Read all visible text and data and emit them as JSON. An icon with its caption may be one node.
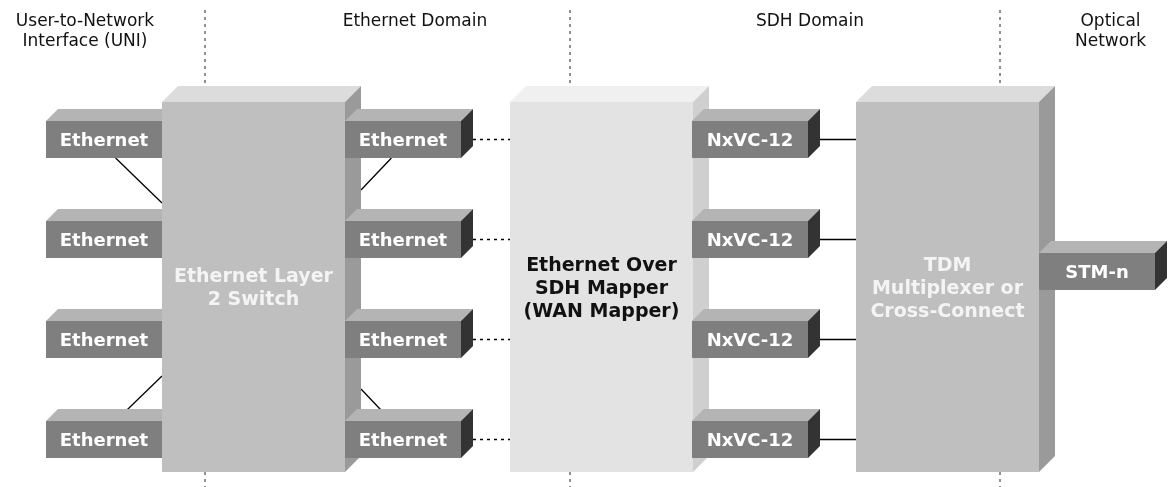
{
  "diagram": {
    "nodes": [
      {
        "text": [
          "Ethernet Layer 2 Switch"
        ]
      },
      {
        "text": [
          "Ethernet"
        ]
      },
      {
        "text": [
          "Ethernet"
        ]
      },
      {
        "text": [
          "Ethernet"
        ]
      },
      {
        "text": [
          "Ethernet"
        ]
      },
      {
        "text": [
          "Ethernet"
        ]
      },
      {
        "text": [
          "Ethernet"
        ]
      },
      {
        "text": [
          "Ethernet"
        ]
      },
      {
        "text": [
          "Ethernet"
        ]
      },
      {
        "text": [
          "Ethernet Over SDH Mapper (WAN Mapper)"
        ]
      },
      {
        "text": [
          "NxVC-12"
        ]
      },
      {
        "text": [
          "NxVC-12"
        ]
      },
      {
        "text": [
          "NxVC-12"
        ]
      },
      {
        "text": [
          "NxVC-12"
        ]
      },
      {
        "text": [
          "TDM Multiplexer or Cross-Connect"
        ]
      },
      {
        "text": [
          "STM-n"
        ]
      }
    ],
    "edges": [
      {
        "from": 1,
        "to": 0,
        "arrow": "none"
      },
      {
        "from": 4,
        "to": 0,
        "arrow": "none"
      },
      {
        "from": 5,
        "to": 0,
        "arrow": "none"
      },
      {
        "from": 8,
        "to": 0,
        "arrow": "none"
      },
      {
        "from": 5,
        "to": 9,
        "arrow": "none",
        "style": "dashed"
      },
      {
        "from": 6,
        "to": 9,
        "arrow": "none",
        "style": "dashed"
      },
      {
        "from": 7,
        "to": 9,
        "arrow": "none",
        "style": "dashed"
      },
      {
        "from": 8,
        "to": 9,
        "arrow": "none",
        "style": "dashed"
      },
      {
        "from": 10,
        "to": 14,
        "arrow": "none"
      },
      {
        "from": 11,
        "to": 14,
        "arrow": "none"
      },
      {
        "from": 12,
        "to": 14,
        "arrow": "none"
      },
      {
        "from": 13,
        "to": 14,
        "arrow": "none"
      }
    ],
    "labels": [
      "User-to-Network Interface (UNI)",
      "Ethernet Domain",
      "SDH Domain",
      "Optical Network"
    ]
  }
}
